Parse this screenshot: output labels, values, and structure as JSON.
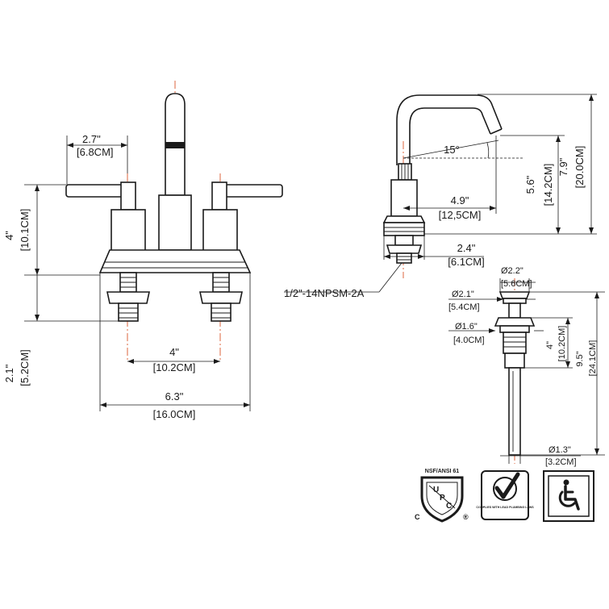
{
  "front_view": {
    "handle_offset": {
      "inch": "2.7\"",
      "cm": "[6.8CM]"
    },
    "height_deck": {
      "inch": "4\"",
      "cm": "[10.1CM]"
    },
    "below_deck": {
      "inch": "2.1\"",
      "cm": "[5.2CM]"
    },
    "center_spread": {
      "inch": "4\"",
      "cm": "[10.2CM]"
    },
    "base_width": {
      "inch": "6.3\"",
      "cm": "[16.0CM]"
    }
  },
  "side_view": {
    "angle": "15°",
    "spout_reach": {
      "inch": "4.9\"",
      "cm": "[12,5CM]"
    },
    "spout_height": {
      "inch": "5.6\"",
      "cm": "[14.2CM]"
    },
    "total_height": {
      "inch": "7.9\"",
      "cm": "[20.0CM]"
    },
    "base_diameter": {
      "inch": "2.4\"",
      "cm": "[6.1CM]"
    },
    "thread": "1/2\"-14NPSM-2A"
  },
  "drain": {
    "cap_diameter": {
      "inch": "Ø2.2\"",
      "cm": "[5.6CM]"
    },
    "flange_diameter": {
      "inch": "Ø2.1\"",
      "cm": "[5.4CM]"
    },
    "body_diameter": {
      "inch": "Ø1.6\"",
      "cm": "[4.0CM]"
    },
    "body_length": {
      "inch": "4\"",
      "cm": "[10.2CM]"
    },
    "total_length": {
      "inch": "9.5\"",
      "cm": "[24.1CM]"
    },
    "tail_diameter": {
      "inch": "Ø1.3\"",
      "cm": "[3.2CM]"
    }
  },
  "certifications": {
    "nsf": "NSF/ANSI 61",
    "upc_letters": [
      "U",
      "P",
      "C"
    ],
    "c_mark": "C",
    "r_mark": "®",
    "lead_text": "COMPLIES WITH LEAD PLUMBING LAWS",
    "badges": [
      "shield-icon",
      "checkmark-icon",
      "wheelchair-icon"
    ]
  }
}
